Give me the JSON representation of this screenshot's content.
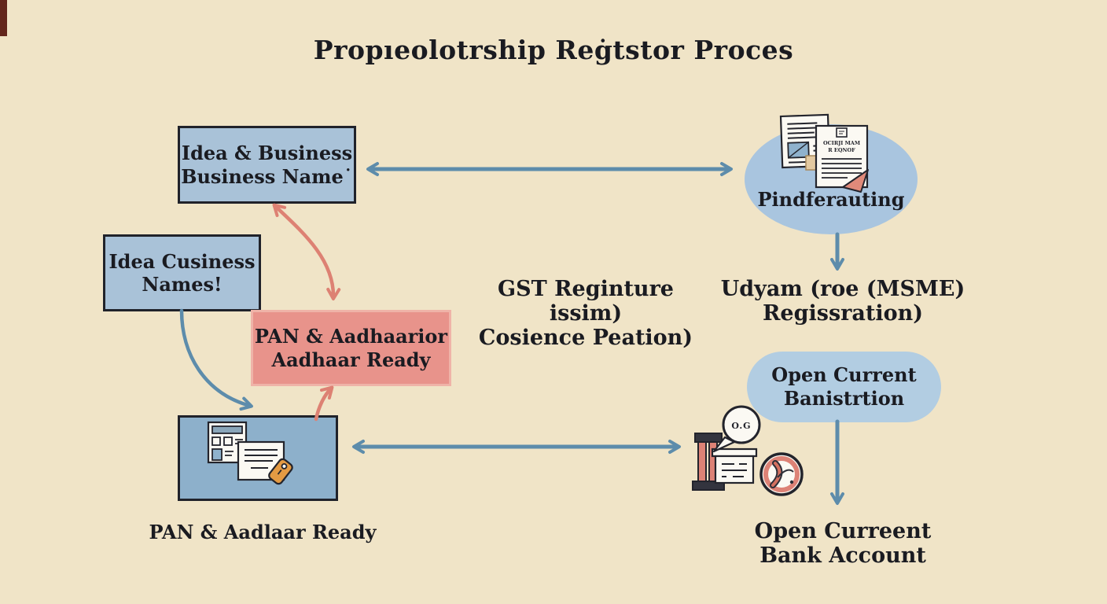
{
  "title": "Propıeolotrship Reġtstor Proces",
  "boxes": {
    "idea_business": {
      "line1": "Idea & Business",
      "line2": "Business Name˙"
    },
    "idea_cusiness": {
      "line1": "Idea Cusiness",
      "line2": "Names!"
    },
    "pan_aadhaar": {
      "line1": "PAN & Aadhaarior",
      "line2": "Aadhaar Ready"
    }
  },
  "ellipse": {
    "label": "Pindferauting"
  },
  "pill": {
    "line1": "Open Current",
    "line2": "Banistrtion"
  },
  "labels": {
    "gst_line1": "GST Reginture issim)",
    "gst_line2": "Cosience Peation)",
    "udyam_line1": "Udyam (roe (MSME)",
    "udyam_line2": "Regissration)",
    "pan_ready": "PAN & Aadlaar Ready",
    "bank_line1": "Open Curreent",
    "bank_line2": "Bank Account"
  },
  "icons": {
    "speech_bubble_text": "O.G",
    "document_text_line1": "OCIRJI MAM",
    "document_text_line2": "R EQNOF",
    "names": [
      "documents-icon",
      "certificate-documents-icon",
      "bank-columns-icon",
      "speech-bubble-icon",
      "seal-icon",
      "tag-icon",
      "folded-corner-icon"
    ]
  },
  "colors": {
    "background": "#f0e4c7",
    "box_blue": "#a9c2d8",
    "box_blue_dark": "#8db0cb",
    "box_pink": "#e8938b",
    "ellipse_blue": "#a9c5df",
    "pill_blue": "#b2cde2",
    "arrow_blue": "#5d8cab",
    "arrow_salmon": "#dd8173",
    "border_dark": "#20222a",
    "tag_orange": "#e49a43",
    "column_salmon": "#dd8276",
    "corner_strip": "#63261c"
  }
}
